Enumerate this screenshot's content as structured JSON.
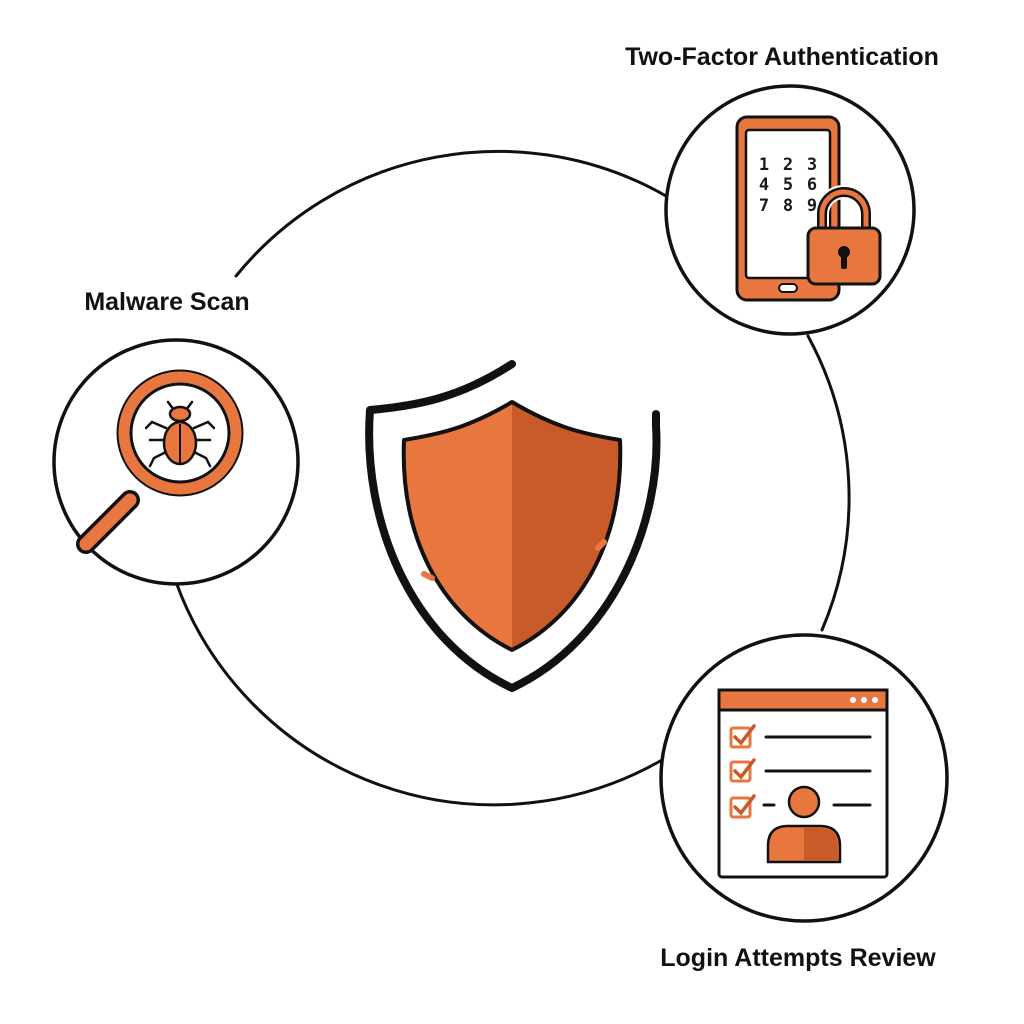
{
  "colors": {
    "accent": "#E8773F",
    "accent_dark": "#C95A2A",
    "outline": "#111111",
    "background": "#FFFFFF"
  },
  "nodes": {
    "center": {
      "icon": "shield-icon"
    },
    "two_factor": {
      "label": "Two-Factor Authentication",
      "icon": "phone-padlock-icon",
      "keypad": [
        "1",
        "2",
        "3",
        "4",
        "5",
        "6",
        "7",
        "8",
        "9"
      ]
    },
    "malware": {
      "label": "Malware Scan",
      "icon": "magnifier-bug-icon"
    },
    "login": {
      "label": "Login Attempts Review",
      "icon": "login-window-icon"
    }
  }
}
